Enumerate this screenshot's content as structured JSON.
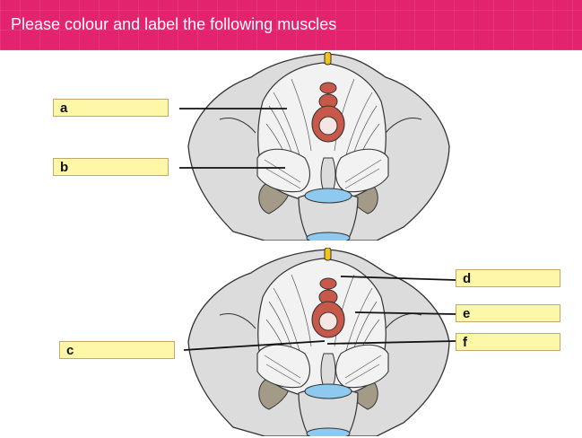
{
  "header": {
    "title": "Please colour and label the following muscles",
    "background": "#e4236e"
  },
  "labels": {
    "a": "a",
    "b": "b",
    "c": "c",
    "d": "d",
    "e": "e",
    "f": "f"
  },
  "colors": {
    "label_box_fill": "#fff7a8",
    "label_box_border": "#c8a86a",
    "bone": "#dcdcdc",
    "muscle": "#f2f2f2",
    "rectum": "#c8584a",
    "sacrum": "#8a9fb0",
    "coccyx_disc": "#8ec9ef",
    "pubic_tip": "#f0c419",
    "ischial": "#a39a88"
  }
}
